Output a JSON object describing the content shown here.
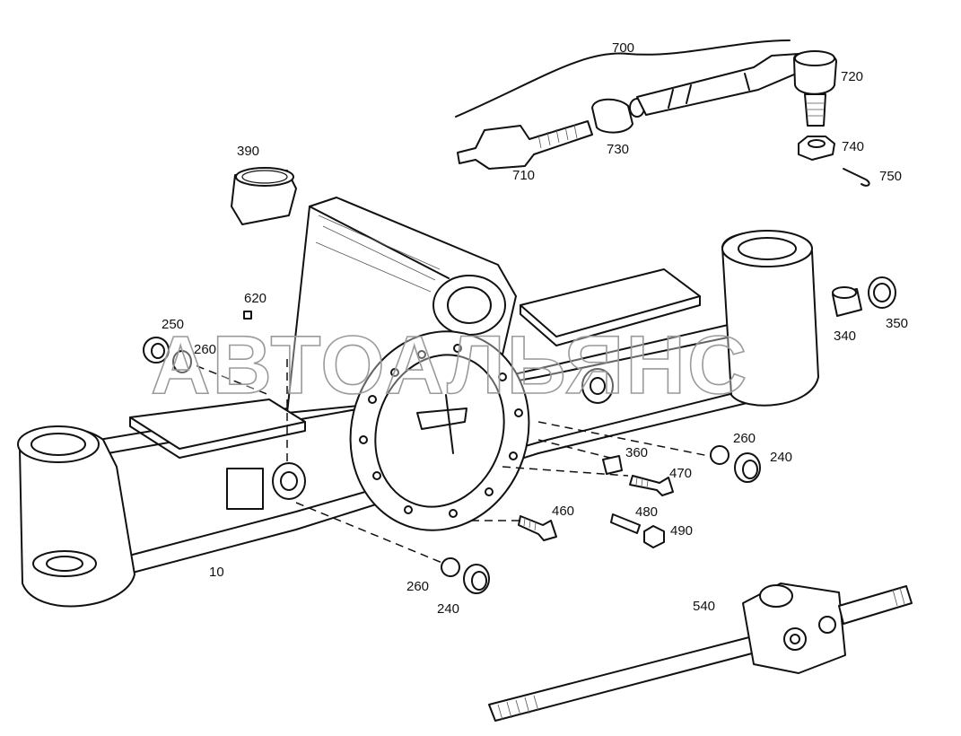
{
  "watermark": "АВТОАЛЬЯНС",
  "labels": {
    "p10": "10",
    "p240a": "240",
    "p240b": "240",
    "p250": "250",
    "p260a": "260",
    "p260b": "260",
    "p260c": "260",
    "p340": "340",
    "p350": "350",
    "p360": "360",
    "p390": "390",
    "p460": "460",
    "p470": "470",
    "p480": "480",
    "p490": "490",
    "p540": "540",
    "p620": "620",
    "p700": "700",
    "p710": "710",
    "p720": "720",
    "p730": "730",
    "p740": "740",
    "p750": "750"
  }
}
